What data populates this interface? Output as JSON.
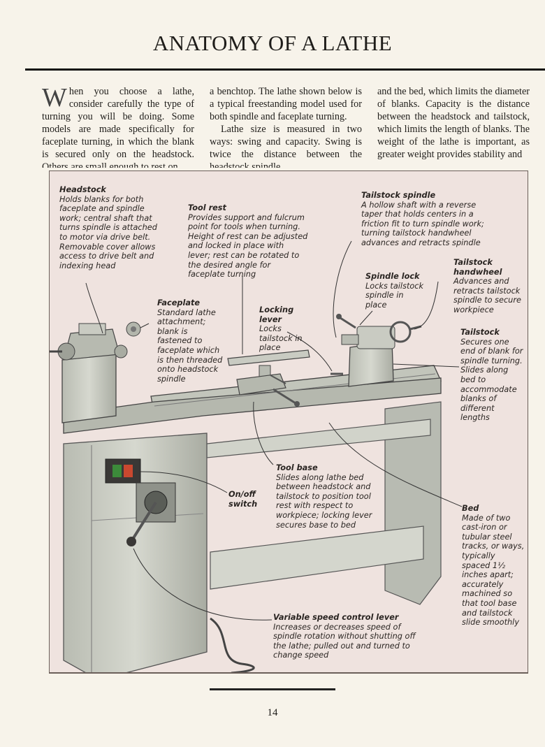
{
  "page": {
    "title": "ANATOMY OF A LATHE",
    "page_number": "14"
  },
  "body": {
    "dropcap": "W",
    "col1": "hen you choose a lathe, consider carefully the type of turning you will be doing. Some models are made specifically for faceplate turning, in which the blank is secured only on the headstock. Others are small enough to rest on",
    "col2_p1": "a benchtop. The lathe shown below is a typical freestanding model used for both spindle and faceplate turning.",
    "col2_p2": "Lathe size is measured in two ways: swing and capacity. Swing is twice the distance between the headstock spindle",
    "col3": "and the bed, which limits the diameter of blanks. Capacity is the distance between the headstock and tailstock, which limits the length of blanks. The weight of the lathe is important, as greater weight provides stability and"
  },
  "labels": {
    "headstock": {
      "title": "Headstock",
      "text": "Holds blanks for both faceplate and spindle work; central shaft that turns spindle is attached to motor via drive belt. Removable cover allows access to drive belt and indexing head"
    },
    "tool_rest": {
      "title": "Tool rest",
      "text": "Provides support and fulcrum point for tools when turning. Height of rest can be adjusted and locked in place with lever; rest can be rotated to the desired angle for faceplate turning"
    },
    "tailstock_spindle": {
      "title": "Tailstock spindle",
      "text": "A hollow shaft with a reverse taper that holds centers in a friction fit to turn spindle work; turning tailstock handwheel advances and retracts spindle"
    },
    "spindle_lock": {
      "title": "Spindle lock",
      "text": "Locks tailstock spindle in place"
    },
    "tailstock_handwheel": {
      "title": "Tailstock handwheel",
      "text": "Advances and retracts tailstock spindle to secure workpiece"
    },
    "faceplate": {
      "title": "Faceplate",
      "text": "Standard lathe attachment; blank is fastened to faceplate which is then threaded onto headstock spindle"
    },
    "locking_lever": {
      "title": "Locking lever",
      "text": "Locks tailstock in place"
    },
    "tailstock": {
      "title": "Tailstock",
      "text": "Secures one end of blank for spindle turning. Slides along bed to accommodate blanks of different lengths"
    },
    "tool_base": {
      "title": "Tool base",
      "text": "Slides along lathe bed between headstock and tailstock to position tool rest with respect to workpiece; locking lever secures base to bed"
    },
    "on_off": {
      "title": "On/off switch",
      "text": ""
    },
    "bed": {
      "title": "Bed",
      "text": "Made of two cast-iron or tubular steel tracks, or ways, typically spaced 1½ inches apart; accurately machined so that tool base and tailstock slide smoothly"
    },
    "speed_lever": {
      "title": "Variable speed control lever",
      "text": "Increases or decreases speed of spindle rotation without shutting off the lathe; pulled out and turned to change speed"
    }
  },
  "colors": {
    "figure_bg": "#efe3df",
    "metal": "#c9cbc2",
    "metal_dark": "#9ea198",
    "switch_green": "#3c8a3a",
    "switch_red": "#c9482f"
  }
}
